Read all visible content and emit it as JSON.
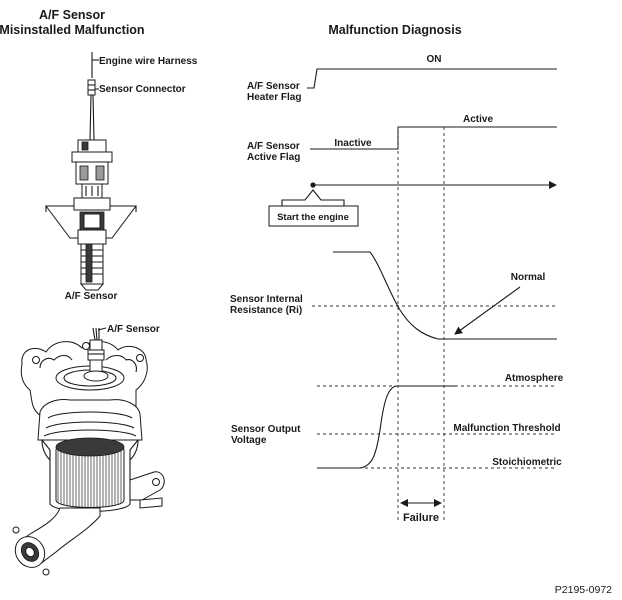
{
  "left_panel": {
    "title_line1": "A/F Sensor",
    "title_line2": "Misinstalled Malfunction",
    "label_harness": "Engine wire Harness",
    "label_connector": "Sensor Connector",
    "label_sensor_top": "A/F Sensor",
    "label_sensor_bottom": "A/F Sensor"
  },
  "right_panel": {
    "title": "Malfunction Diagnosis",
    "heater_flag_label_line1": "A/F Sensor",
    "heater_flag_label_line2": "Heater Flag",
    "heater_flag_state": "ON",
    "active_flag_label_line1": "A/F Sensor",
    "active_flag_label_line2": "Active Flag",
    "active_flag_state_before": "Inactive",
    "active_flag_state_after": "Active",
    "start_engine_label": "Start the engine",
    "resistance_label_line1": "Sensor Internal",
    "resistance_label_line2": "Resistance (Ri)",
    "normal_label": "Normal",
    "voltage_label_line1": "Sensor Output",
    "voltage_label_line2": "Voltage",
    "atmosphere_label": "Atmosphere",
    "threshold_label": "Malfunction Threshold",
    "stoichiometric_label": "Stoichiometric",
    "failure_label": "Failure"
  },
  "figure_id": "P2195-0972"
}
